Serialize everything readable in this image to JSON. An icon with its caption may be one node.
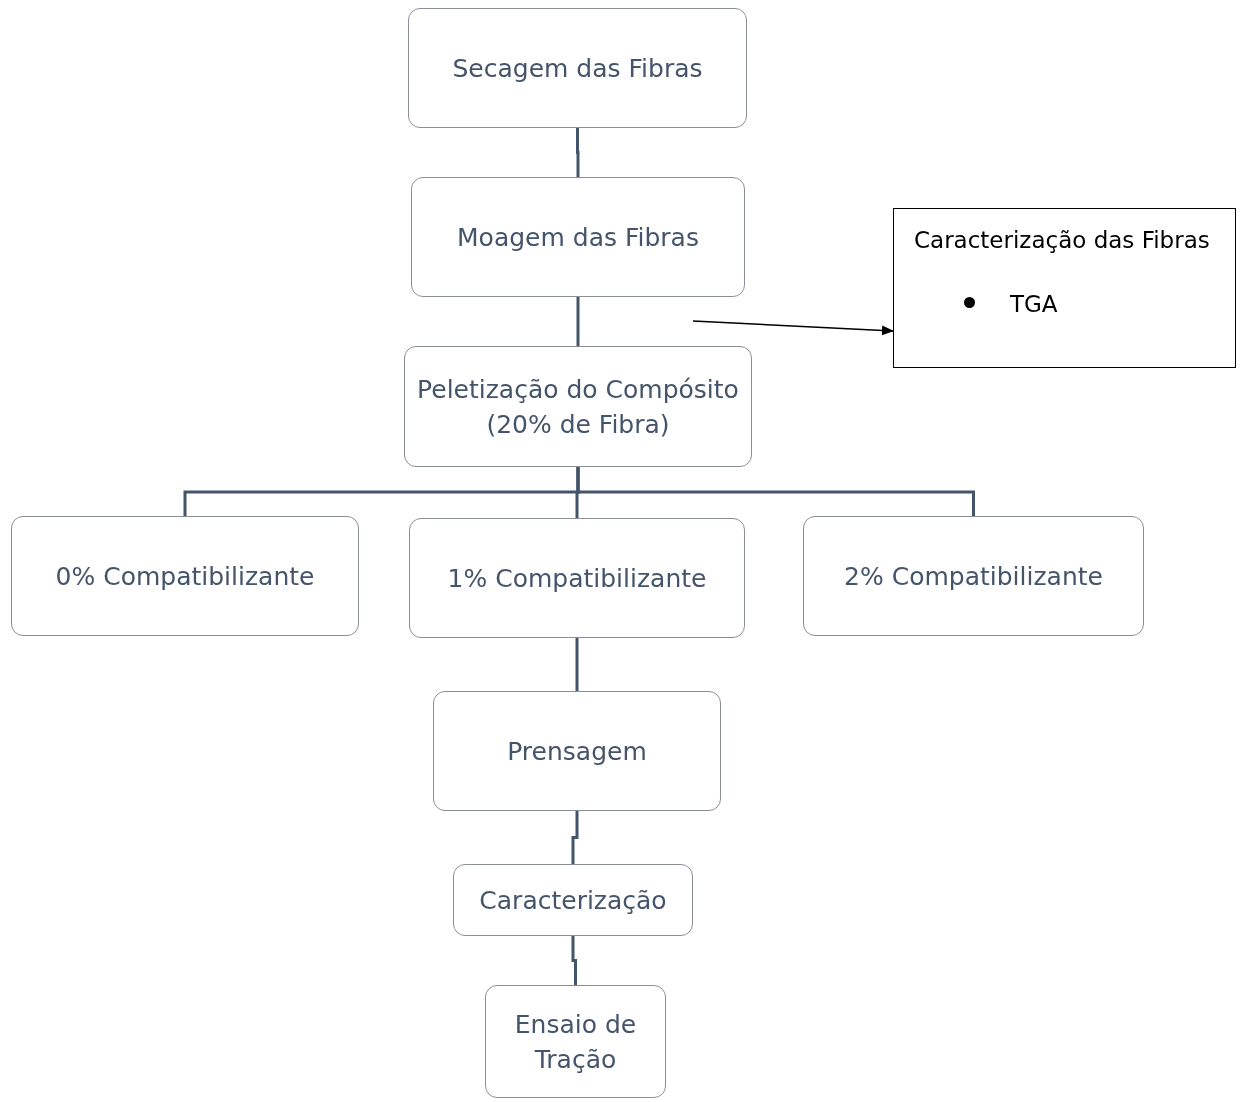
{
  "diagram": {
    "nodes": [
      {
        "text": [
          "Secagem das Fibras"
        ]
      },
      {
        "text": [
          "Moagem das Fibras"
        ]
      },
      {
        "text": [
          "Peletização do Compósito (20% de Fibra)"
        ]
      },
      {
        "text": [
          "0% Compatibilizante"
        ]
      },
      {
        "text": [
          "1% Compatibilizante"
        ]
      },
      {
        "text": [
          "2% Compatibilizante"
        ]
      },
      {
        "text": [
          "Prensagem"
        ]
      },
      {
        "text": [
          "Caracterização"
        ]
      },
      {
        "text": [
          "Ensaio de Tração"
        ]
      },
      {
        "text": [
          "Caracterização das Fibras",
          "TGA"
        ]
      }
    ],
    "edges": [
      {
        "from": 0,
        "to": 1,
        "arrow": "none"
      },
      {
        "from": 1,
        "to": 2,
        "arrow": "none"
      },
      {
        "from": 2,
        "to": 3,
        "arrow": "none"
      },
      {
        "from": 2,
        "to": 4,
        "arrow": "none"
      },
      {
        "from": 2,
        "to": 5,
        "arrow": "none"
      },
      {
        "from": 4,
        "to": 6,
        "arrow": "none"
      },
      {
        "from": 6,
        "to": 7,
        "arrow": "none"
      },
      {
        "from": 7,
        "to": 8,
        "arrow": "none"
      },
      {
        "from": null,
        "to": 9,
        "arrow": "to",
        "color": "#000000"
      }
    ]
  }
}
